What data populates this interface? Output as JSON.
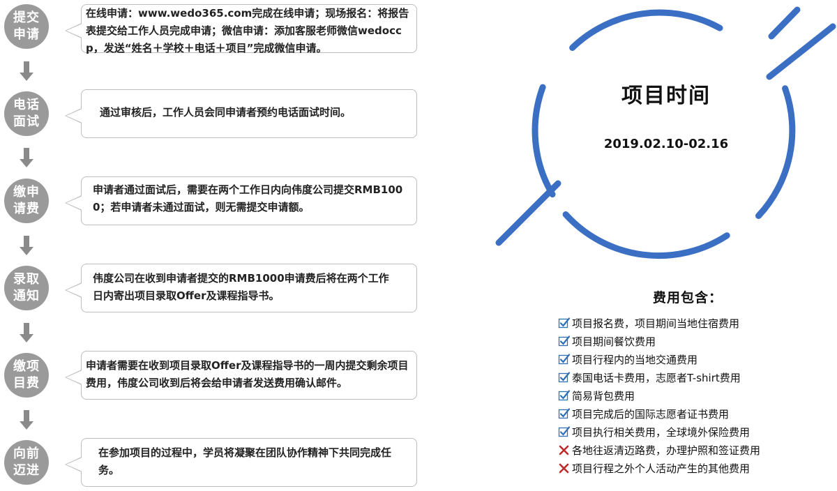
{
  "steps": [
    {
      "label": "提交\n申请",
      "text": "在线申请：www.wedo365.com完成在线申请；现场报名：将报告表提交给工作人员完成申请；微信申请：添加客服老师微信wedoccp，发送“姓名＋学校＋电话＋项目”完成微信申请。"
    },
    {
      "label": "电话\n面试",
      "text": "通过审核后，工作人员会同申请者预约电话面试时间。"
    },
    {
      "label": "缴申\n请费",
      "text": "申请者通过面试后，需要在两个工作日内向伟度公司提交RMB1000；若申请者未通过面试，则无需提交申请额。"
    },
    {
      "label": "录取\n通知",
      "text": "伟度公司在收到申请者提交的RMB1000申请费后将在两个工作日内寄出项目录取Offer及课程指导书。"
    },
    {
      "label": "缴项\n目费",
      "text": "申请者需要在收到项目录取Offer及课程指导书的一周内提交剩余项目费用，伟度公司收到后将会给申请者发送费用确认邮件。"
    },
    {
      "label": "向前\n迈进",
      "text": "在参加项目的过程中，学员将凝聚在团队协作精神下共同完成任务。"
    }
  ],
  "project": {
    "title": "项目时间",
    "date": "2019.02.10-02.16"
  },
  "fees": {
    "title": "费用包含：",
    "items": [
      {
        "text": "项目报名费，项目期间当地住宿费用",
        "icon": "check-icon"
      },
      {
        "text": "项目期间餐饮费用",
        "icon": "check-icon"
      },
      {
        "text": "项目行程内的当地交通费用",
        "icon": "check-icon"
      },
      {
        "text": "泰国电话卡费用，志愿者T-shirt费用",
        "icon": "check-icon"
      },
      {
        "text": "简易背包费用",
        "icon": "check-icon"
      },
      {
        "text": "项目完成后的国际志愿者证书费用",
        "icon": "check-icon"
      },
      {
        "text": "项目执行相关费用，全球境外保险费用",
        "icon": "check-icon"
      },
      {
        "text": "各地往返清迈路费，办理护照和签证费用",
        "icon": "cross-icon"
      },
      {
        "text": "项目行程之外个人活动产生的其他费用",
        "icon": "cross-icon"
      }
    ]
  },
  "colors": {
    "ring": "#3a6fc4",
    "circle": "#9a9a9a",
    "check": "#2f6fb6",
    "cross": "#c0282a"
  }
}
